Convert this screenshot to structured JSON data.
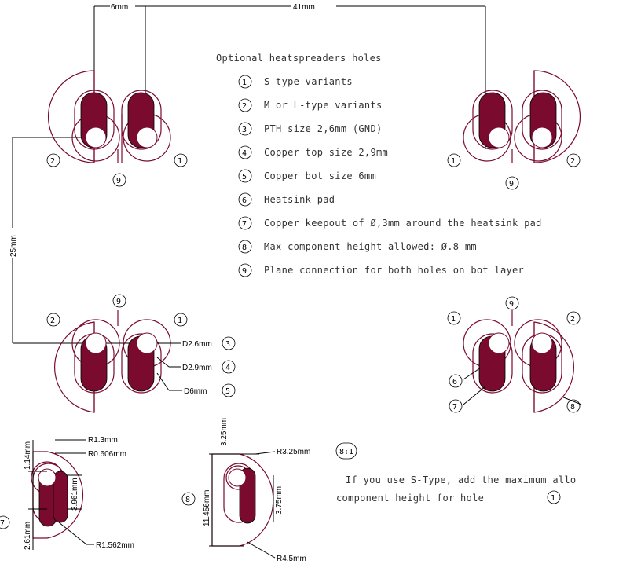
{
  "colors": {
    "outline": "#7a0a2e",
    "fill": "#7a0a2e",
    "line": "#000000",
    "text": "#333333"
  },
  "dimensions": {
    "top_left": "6mm",
    "top_span": "41mm",
    "left_span": "25mm"
  },
  "legend": {
    "title": "Optional heatspreaders holes",
    "items": [
      {
        "num": "1",
        "text": "S-type variants"
      },
      {
        "num": "2",
        "text": "M or L-type variants"
      },
      {
        "num": "3",
        "text": "PTH size 2,6mm (GND)"
      },
      {
        "num": "4",
        "text": "Copper top size 2,9mm"
      },
      {
        "num": "5",
        "text": "Copper bot size 6mm"
      },
      {
        "num": "6",
        "text": "Heatsink pad"
      },
      {
        "num": "7",
        "text": "Copper keepout of Ø,3mm around the heatsink pad"
      },
      {
        "num": "8",
        "text": "Max component height allowed: Ø.8 mm"
      },
      {
        "num": "9",
        "text": "Plane connection for both holes on bot layer"
      }
    ]
  },
  "callouts": {
    "d26": "D2.6mm",
    "d29": "D2.9mm",
    "d6": "D6mm",
    "r13": "R1.3mm",
    "r0606": "R0.606mm",
    "r1562": "R1.562mm",
    "r325": "R3.25mm",
    "r45": "R4.5mm",
    "d114": "1.14mm",
    "d3961": "3.961mm",
    "d261": "2.61mm",
    "d325": "3.25mm",
    "d11456": "11.456mm",
    "d375": "3.75mm"
  },
  "markers": {
    "n1": "1",
    "n2": "2",
    "n3": "3",
    "n4": "4",
    "n5": "5",
    "n6": "6",
    "n7": "7",
    "n8": "8",
    "n9": "9",
    "scale": "8:1"
  },
  "note": {
    "line1": "If you use S-Type, add the maximum allo",
    "line2": "component height for hole"
  }
}
